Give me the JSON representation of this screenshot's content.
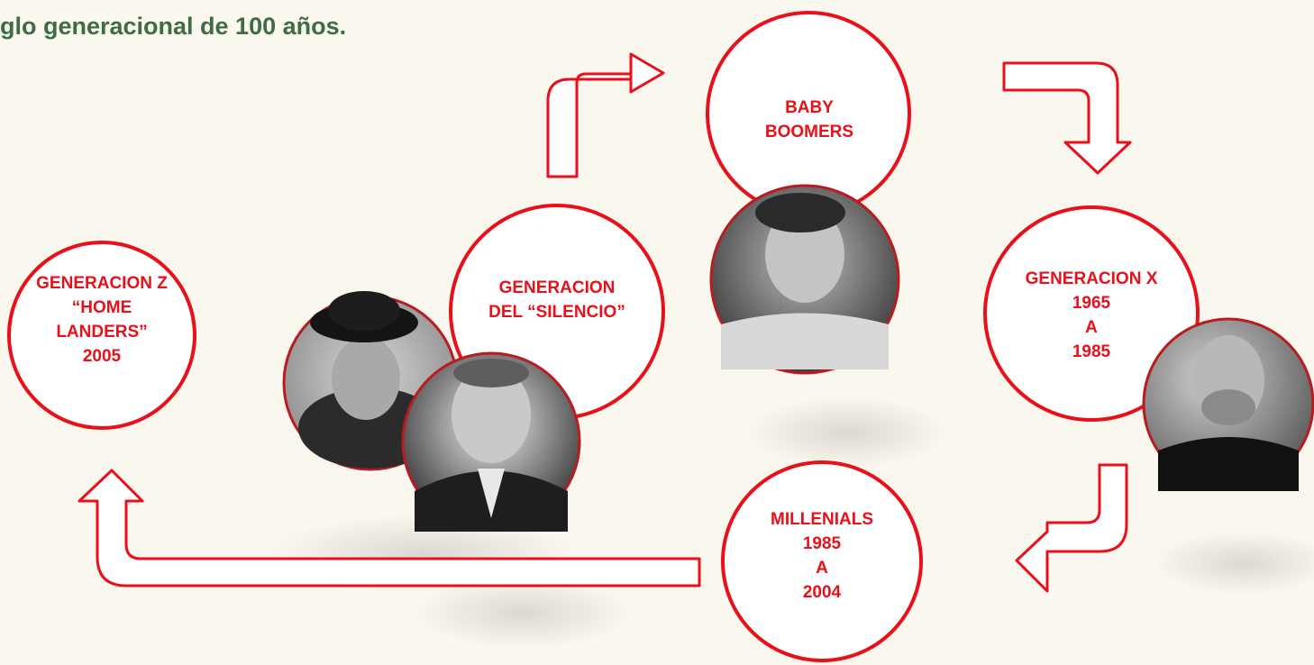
{
  "title": "glo generacional de 100 años.",
  "colors": {
    "accent": "#e8101a",
    "title": "#3f6b47",
    "background": "#faf8ee"
  },
  "generations": [
    {
      "id": "baby-boomers",
      "lines": [
        "BABY",
        "BOOMERS"
      ]
    },
    {
      "id": "generacion-x",
      "lines": [
        "GENERACION X",
        "1965",
        "A",
        "1985"
      ]
    },
    {
      "id": "millenials",
      "lines": [
        "MILLENIALS",
        "1985",
        "A",
        "2004"
      ]
    },
    {
      "id": "generacion-z",
      "lines": [
        "GENERACION Z",
        "“HOME",
        "LANDERS”",
        "2005"
      ]
    },
    {
      "id": "generacion-silencio",
      "lines": [
        "GENERACION",
        "DEL “SILENCIO”"
      ]
    }
  ],
  "portraits": [
    {
      "id": "woman-in-hat",
      "generation": "generacion-silencio"
    },
    {
      "id": "man-in-suit",
      "generation": "generacion-silencio"
    },
    {
      "id": "young-man-in-uniform",
      "generation": "baby-boomers"
    },
    {
      "id": "man-in-black-turtleneck",
      "generation": "generacion-x"
    }
  ],
  "arrows": [
    {
      "id": "arrow-silencio-to-boomers",
      "icon": "bent-arrow-up-right-icon"
    },
    {
      "id": "arrow-boomers-to-x",
      "icon": "bent-arrow-right-down-icon"
    },
    {
      "id": "arrow-x-to-millenials",
      "icon": "bent-arrow-down-left-icon"
    },
    {
      "id": "arrow-millenials-to-z",
      "icon": "bent-arrow-left-up-icon"
    }
  ]
}
